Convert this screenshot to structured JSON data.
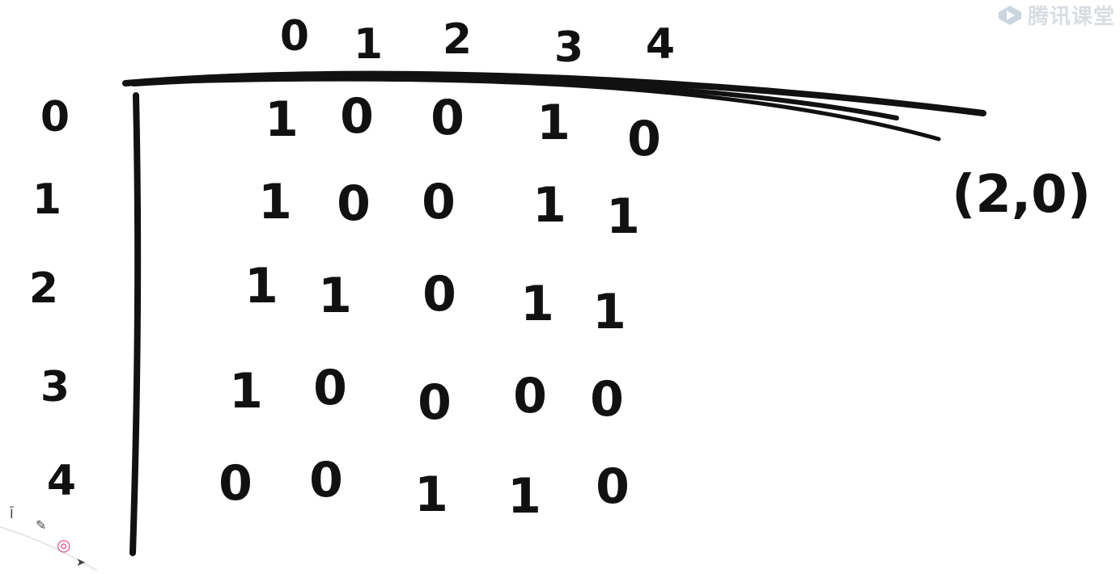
{
  "watermark": {
    "text": "腾讯课堂",
    "icon": "play-logo-icon",
    "color": "#b9c2cc"
  },
  "matrix": {
    "column_labels": [
      "0",
      "1",
      "2",
      "3",
      "4"
    ],
    "row_labels": [
      "0",
      "1",
      "2",
      "3",
      "4"
    ],
    "cells": [
      [
        "1",
        "0",
        "0",
        "1",
        "0"
      ],
      [
        "1",
        "0",
        "0",
        "1",
        "1"
      ],
      [
        "1",
        "1",
        "0",
        "1",
        "1"
      ],
      [
        "1",
        "0",
        "0",
        "0",
        "0"
      ],
      [
        "0",
        "0",
        "1",
        "1",
        "0"
      ]
    ]
  },
  "annotation": {
    "coordinate": "(2,0)"
  },
  "toolbar": {
    "tools": [
      {
        "name": "text-tool-icon",
        "glyph": "Ī"
      },
      {
        "name": "pen-tool-icon",
        "glyph": "✎"
      },
      {
        "name": "color-wheel-icon",
        "glyph": "◎"
      },
      {
        "name": "pointer-tool-icon",
        "glyph": "➤"
      }
    ]
  },
  "ink_color": "#111111",
  "background": "#ffffff"
}
